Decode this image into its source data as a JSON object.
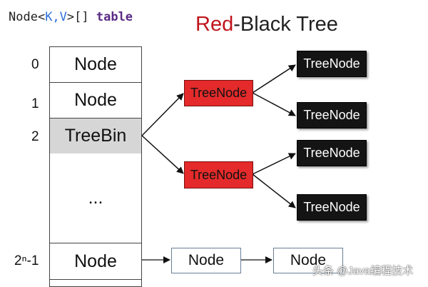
{
  "header": {
    "code_prefix": "Node<",
    "code_kv": "K,V",
    "code_suffix": ">[] ",
    "code_kw": "table",
    "title_red": "Red",
    "title_rest": "-Black Tree"
  },
  "array": {
    "indices": [
      "0",
      "1",
      "2",
      "2ⁿ-1"
    ],
    "cells": [
      "Node",
      "Node",
      "TreeBin",
      "...",
      "Node"
    ]
  },
  "tree": {
    "red_nodes": [
      "TreeNode",
      "TreeNode"
    ],
    "black_nodes": [
      "TreeNode",
      "TreeNode",
      "TreeNode",
      "TreeNode"
    ]
  },
  "list": {
    "nodes": [
      "Node",
      "Node"
    ]
  },
  "watermark": "头条 @Java编程技术",
  "colors": {
    "red_node": "#e42a2a",
    "black_node": "#141414",
    "treebin": "#d6d6d6",
    "title_red": "#c0141b"
  }
}
